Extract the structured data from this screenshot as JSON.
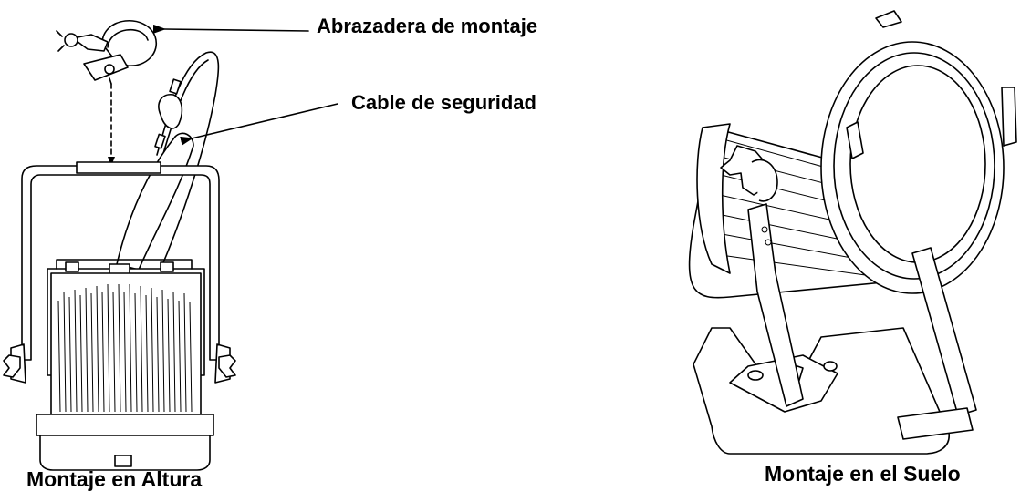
{
  "labels": {
    "clamp": "Abrazadera de montaje",
    "safety_cable": "Cable de seguridad",
    "hanging_mount": "Montaje en Altura",
    "floor_mount": "Montaje en el Suelo"
  },
  "colors": {
    "line": "#000000",
    "background": "#ffffff"
  },
  "icons": [
    "mounting-clamp-illustration",
    "safety-cable-illustration",
    "hanging-fixture-illustration",
    "floor-fixture-illustration",
    "arrow-icon"
  ]
}
